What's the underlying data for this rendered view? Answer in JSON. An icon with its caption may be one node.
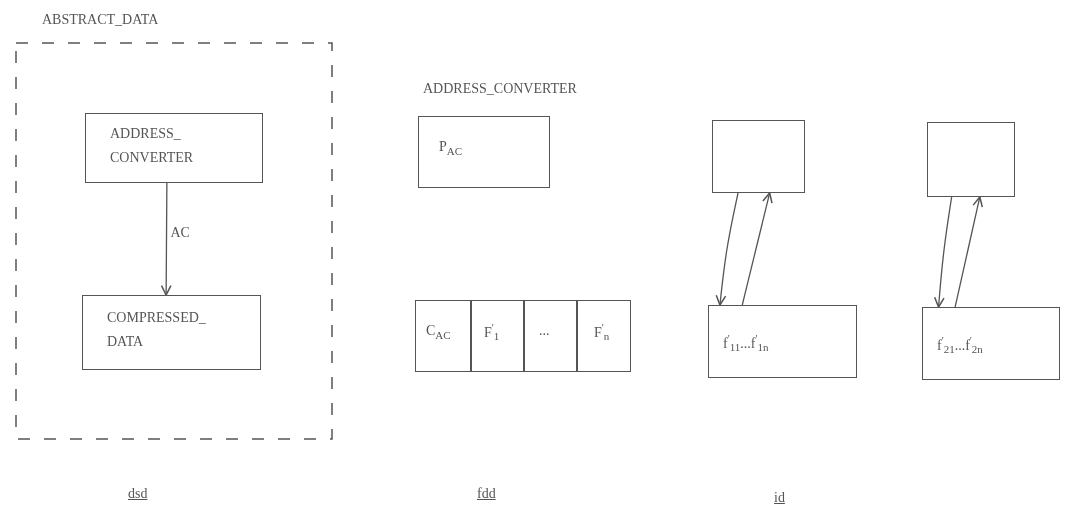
{
  "diagram": {
    "nodes": [
      {
        "text": [
          "ABSTRACT_DATA"
        ]
      },
      {
        "text": [
          "ADDRESS_ CONVERTER"
        ],
        "in": 0
      },
      {
        "text": [
          "COMPRESSED_ DATA"
        ],
        "in": 0
      },
      {
        "text": [
          "ADDRESS_CONVERTER",
          "P$_{AC}$"
        ]
      },
      {
        "text": [
          "C$_{AC}$"
        ]
      },
      {
        "text": [
          "F$^{'}$$_{1}$"
        ]
      },
      {
        "text": [
          "..."
        ]
      },
      {
        "text": [
          "F$^{'}$$_{n}$"
        ]
      },
      {
        "text": [],
        "shape": "box"
      },
      {
        "text": [
          "f$^{'}$$_{11}$...f$^{'}$$_{1n}$"
        ]
      },
      {
        "text": [],
        "shape": "box"
      },
      {
        "text": [
          "f$^{'}$$_{21}$...f$^{'}$$_{2n}$"
        ]
      }
    ],
    "edges": [
      {
        "from": 1,
        "to": 2,
        "arrow": "to",
        "label": "AC"
      },
      {
        "from": 8,
        "to": 9,
        "arrow": "to"
      },
      {
        "from": 9,
        "to": 8,
        "arrow": "to"
      },
      {
        "from": 10,
        "to": 11,
        "arrow": "to"
      },
      {
        "from": 11,
        "to": 10,
        "arrow": "to"
      }
    ],
    "labels": [
      "dsd",
      "fdd",
      "id"
    ]
  }
}
